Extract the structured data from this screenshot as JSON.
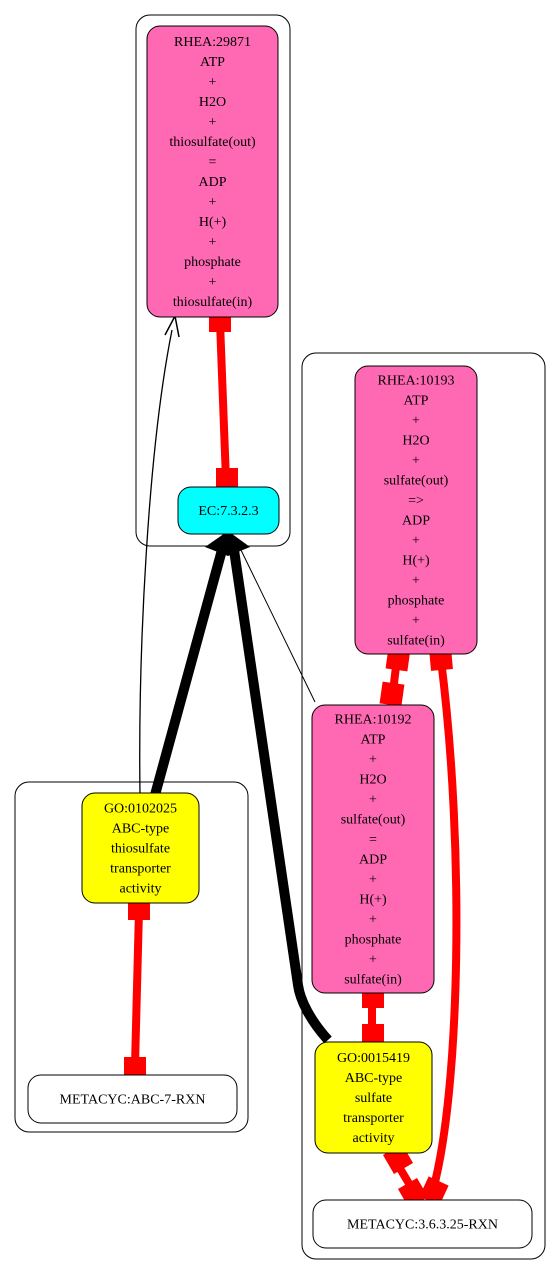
{
  "colors": {
    "rhea_fill": "#ff69b4",
    "ec_fill": "#00ffff",
    "go_fill": "#ffff00",
    "metacyc_fill": "#ffffff",
    "red_edge": "#ff0000",
    "black_edge": "#000000"
  },
  "nodes": {
    "rhea_29871": [
      "RHEA:29871",
      "ATP",
      "+",
      "H2O",
      "+",
      "thiosulfate(out)",
      "=",
      "ADP",
      "+",
      "H(+)",
      "+",
      "phosphate",
      "+",
      "thiosulfate(in)"
    ],
    "ec_7323": [
      "EC:7.3.2.3"
    ],
    "rhea_10193": [
      "RHEA:10193",
      "ATP",
      "+",
      "H2O",
      "+",
      "sulfate(out)",
      "=>",
      "ADP",
      "+",
      "H(+)",
      "+",
      "phosphate",
      "+",
      "sulfate(in)"
    ],
    "rhea_10192": [
      "RHEA:10192",
      "ATP",
      "+",
      "H2O",
      "+",
      "sulfate(out)",
      "=",
      "ADP",
      "+",
      "H(+)",
      "+",
      "phosphate",
      "+",
      "sulfate(in)"
    ],
    "go_0102025": [
      "GO:0102025",
      "ABC-type",
      "thiosulfate",
      "transporter",
      "activity"
    ],
    "metacyc_abc7": [
      "METACYC:ABC-7-RXN"
    ],
    "go_0015419": [
      "GO:0015419",
      "ABC-type",
      "sulfate",
      "transporter",
      "activity"
    ],
    "metacyc_36325": [
      "METACYC:3.6.3.25-RXN"
    ]
  }
}
